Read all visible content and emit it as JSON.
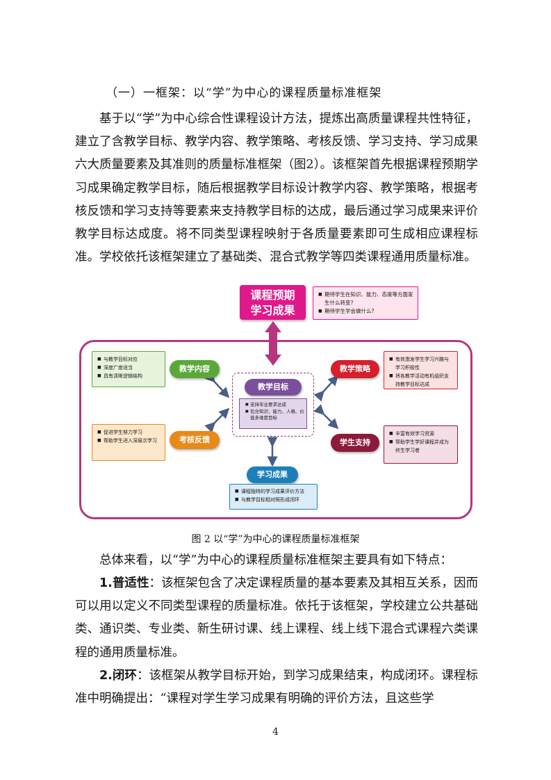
{
  "heading": "（一）一框架：以“学”为中心的课程质量标准框架",
  "intro_paragraph": "基于以“学”为中心综合性课程设计方法，提炼出高质量课程共性特征，建立了含教学目标、教学内容、教学策略、考核反馈、学习支持、学习成果六大质量要素及其准则的质量标准框架（图2）。该框架首先根据课程预期学习成果确定教学目标，随后根据教学目标设计教学内容、教学策略，根据考核反馈和学习支持等要素来支持教学目标的达成，最后通过学习成果来评价教学目标达成度。将不同类型课程映射于各质量要素即可生成相应课程标准。学校依托该框架建立了基础类、混合式教学等四类课程通用质量标准。",
  "diagram": {
    "top_box": [
      "课程预期",
      "学习成果"
    ],
    "top_note": [
      "期待学生在知识、能力、态度等方面发生什么转变?",
      "期待学生学会做什么?"
    ],
    "center_title": "教学目标",
    "center_items": [
      "支持毕业要求达成",
      "包含知识、能力、人格、价值多维度目标"
    ],
    "content": {
      "label": "教学内容",
      "items": [
        "与教学目标对应",
        "深度广度适当",
        "具有清晰逻辑结构"
      ]
    },
    "strategy": {
      "label": "教学策略",
      "items": [
        "有效激发学生学习兴趣与学习积极性",
        "将各教学活动有机组织支持教学目标达成"
      ]
    },
    "feedback": {
      "label": "考核反馈",
      "items": [
        "促进学生努力学习",
        "帮助学生进入深层次学习"
      ]
    },
    "support": {
      "label": "学生支持",
      "items": [
        "丰富有效学习资源",
        "帮助学生学好课程并成为终生学习者"
      ]
    },
    "outcome": {
      "label": "学习成果",
      "items": [
        "课程独特的学习成果评价方法",
        "与教学目标相对照形成闭环"
      ]
    },
    "colors": {
      "magenta": "#e0198b",
      "purple": "#7b4f9c",
      "green": "#5aa83a",
      "orange": "#e88a1a",
      "red": "#d6202b",
      "darkred": "#8c1a3a",
      "blue": "#1d7fb8"
    }
  },
  "caption": "图 2  以“学”为中心的课程质量标准框架",
  "summary_paragraph": "总体来看，以“学”为中心的课程质量标准框架主要具有如下特点：",
  "point1_title": "1.普适性",
  "point1_text": "：该框架包含了决定课程质量的基本要素及其相互关系，因而可以用以定义不同类型课程的质量标准。依托于该框架，学校建立公共基础类、通识类、专业类、新生研讨课、线上课程、线上线下混合式课程六类课程的通用质量标准。",
  "point2_title": "2.闭环",
  "point2_text": "：该框架从教学目标开始，到学习成果结束，构成闭环。课程标准中明确提出：“课程对学生学习成果有明确的评价方法，且这些学",
  "page_number": "4"
}
